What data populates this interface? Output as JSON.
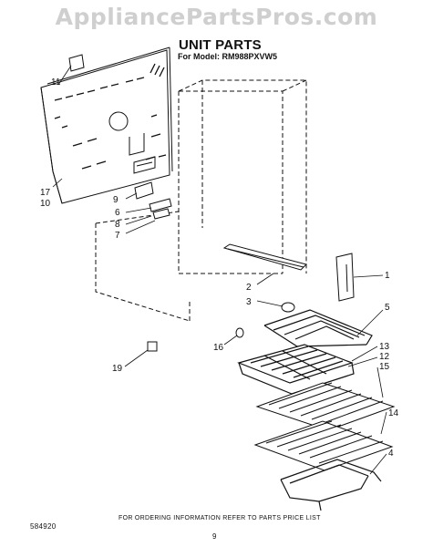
{
  "watermark": "AppliancePartsPros.com",
  "header": {
    "title": "UNIT PARTS",
    "model_line": "For Model: RM988PXVW5"
  },
  "footer": {
    "ordering_note": "FOR ORDERING INFORMATION REFER TO PARTS PRICE LIST",
    "doc_code": "584920",
    "page_number": "9"
  },
  "callouts": {
    "c1": "1",
    "c2": "2",
    "c3": "3",
    "c4": "4",
    "c5": "5",
    "c6": "6",
    "c7": "7",
    "c8": "8",
    "c9": "9",
    "c10": "10",
    "c11": "11",
    "c12": "12",
    "c13": "13",
    "c14": "14",
    "c15": "15",
    "c16": "16",
    "c17": "17",
    "c19": "19"
  }
}
